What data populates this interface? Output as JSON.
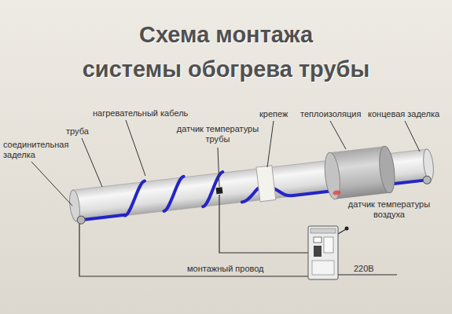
{
  "diagram": {
    "title": "Схема монтажа системы обогрева трубы",
    "labels": [
      "нагревательный кабель",
      "крепеж",
      "теплоизоляция",
      "концевая заделка",
      "датчик температуры трубы",
      "труба",
      "соединительная заделка",
      "датчик температуры воздуха",
      "монтажный провод",
      "220В"
    ]
  }
}
